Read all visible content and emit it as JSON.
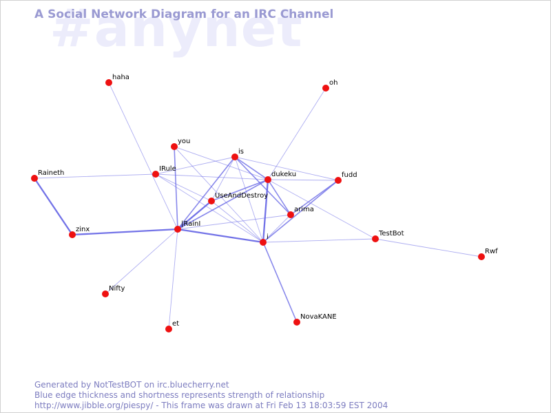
{
  "page": {
    "title": "A Social Network Diagram for an IRC Channel",
    "watermark": "#anynet",
    "footer": {
      "line1": "Generated by NotTestBOT on irc.bluecherry.net",
      "line2": "Blue edge thickness and shortness represents strength of relationship",
      "line3": "http://www.jibble.org/piespy/ - This frame was drawn at Fri Feb 13 18:03:59 EST 2004"
    }
  },
  "colors": {
    "node": "#ee1111",
    "edge": "#6a6ae6",
    "title": "#9a9ad2",
    "watermark": "#ececfb",
    "footer": "#7c7cbf"
  },
  "nodes": [
    {
      "id": "haha",
      "label": "haha"
    },
    {
      "id": "oh",
      "label": "oh"
    },
    {
      "id": "you",
      "label": "you"
    },
    {
      "id": "is",
      "label": "is"
    },
    {
      "id": "Raineth",
      "label": "Raineth"
    },
    {
      "id": "IRule",
      "label": "IRule"
    },
    {
      "id": "dukeku",
      "label": "dukeku"
    },
    {
      "id": "fudd",
      "label": "fudd"
    },
    {
      "id": "UseAndDestroy",
      "label": "UseAndDestroy"
    },
    {
      "id": "arima",
      "label": "arima"
    },
    {
      "id": "zinx",
      "label": "zinx"
    },
    {
      "id": "IRainI",
      "label": "|RainI"
    },
    {
      "id": "TestBot",
      "label": "TestBot"
    },
    {
      "id": "i",
      "label": "i"
    },
    {
      "id": "Rwf",
      "label": "Rwf"
    },
    {
      "id": "Nifty",
      "label": "Nifty"
    },
    {
      "id": "NovaKANE",
      "label": "NovaKANE"
    },
    {
      "id": "et",
      "label": "et"
    }
  ],
  "edges": [
    {
      "from": "Raineth",
      "to": "zinx",
      "strength": 3
    },
    {
      "from": "zinx",
      "to": "IRainI",
      "strength": 3
    },
    {
      "from": "Raineth",
      "to": "IRule",
      "strength": 1
    },
    {
      "from": "haha",
      "to": "IRainI",
      "strength": 1
    },
    {
      "from": "IRainI",
      "to": "i",
      "strength": 3
    },
    {
      "from": "you",
      "to": "IRainI",
      "strength": 2
    },
    {
      "from": "IRainI",
      "to": "is",
      "strength": 2
    },
    {
      "from": "IRainI",
      "to": "dukeku",
      "strength": 2
    },
    {
      "from": "IRainI",
      "to": "UseAndDestroy",
      "strength": 3
    },
    {
      "from": "IRainI",
      "to": "arima",
      "strength": 1
    },
    {
      "from": "IRainI",
      "to": "Nifty",
      "strength": 1
    },
    {
      "from": "IRainI",
      "to": "et",
      "strength": 1
    },
    {
      "from": "IRule",
      "to": "UseAndDestroy",
      "strength": 1
    },
    {
      "from": "IRule",
      "to": "is",
      "strength": 1
    },
    {
      "from": "IRule",
      "to": "dukeku",
      "strength": 1
    },
    {
      "from": "IRule",
      "to": "i",
      "strength": 1
    },
    {
      "from": "you",
      "to": "dukeku",
      "strength": 1
    },
    {
      "from": "you",
      "to": "i",
      "strength": 1
    },
    {
      "from": "is",
      "to": "dukeku",
      "strength": 2
    },
    {
      "from": "is",
      "to": "i",
      "strength": 1
    },
    {
      "from": "is",
      "to": "arima",
      "strength": 2
    },
    {
      "from": "is",
      "to": "UseAndDestroy",
      "strength": 1
    },
    {
      "from": "is",
      "to": "fudd",
      "strength": 1
    },
    {
      "from": "oh",
      "to": "dukeku",
      "strength": 1
    },
    {
      "from": "dukeku",
      "to": "fudd",
      "strength": 1
    },
    {
      "from": "dukeku",
      "to": "arima",
      "strength": 2
    },
    {
      "from": "dukeku",
      "to": "i",
      "strength": 3
    },
    {
      "from": "dukeku",
      "to": "UseAndDestroy",
      "strength": 2
    },
    {
      "from": "dukeku",
      "to": "TestBot",
      "strength": 1
    },
    {
      "from": "UseAndDestroy",
      "to": "i",
      "strength": 1
    },
    {
      "from": "fudd",
      "to": "arima",
      "strength": 2
    },
    {
      "from": "fudd",
      "to": "i",
      "strength": 2
    },
    {
      "from": "arima",
      "to": "i",
      "strength": 1
    },
    {
      "from": "i",
      "to": "TestBot",
      "strength": 1
    },
    {
      "from": "i",
      "to": "NovaKANE",
      "strength": 2
    },
    {
      "from": "TestBot",
      "to": "Rwf",
      "strength": 1
    }
  ]
}
